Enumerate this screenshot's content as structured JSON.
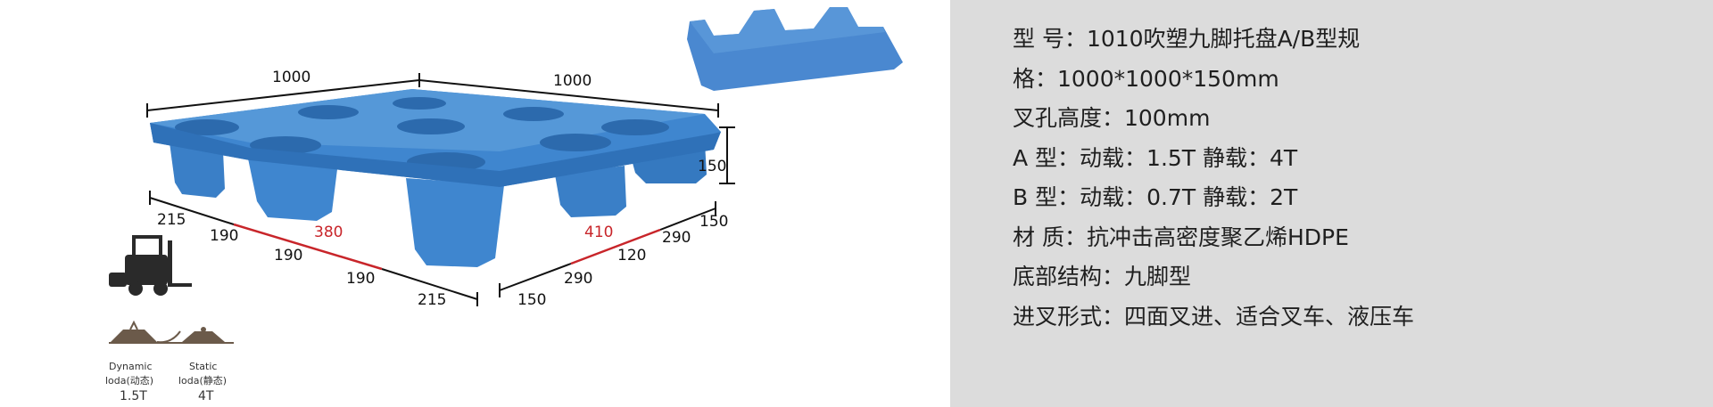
{
  "specs": [
    "型 号：1010吹塑九脚托盘A/B型规",
    "格：1000*1000*150mm",
    "叉孔高度：100mm",
    "A 型：动载：1.5T 静载：4T",
    "B 型：动载：0.7T 静载：2T",
    "材 质：抗冲击高密度聚乙烯HDPE",
    "底部结构：九脚型",
    "进叉形式：四面叉进、适合叉车、液压车"
  ],
  "diagram": {
    "top_left_width": "1000",
    "top_right_width": "1000",
    "height_label": "150",
    "left_dims": [
      "215",
      "190",
      "190",
      "190",
      "215"
    ],
    "left_red": "380",
    "right_dims": [
      "150",
      "290",
      "120",
      "290",
      "150"
    ],
    "right_red": "410"
  },
  "legend": {
    "dynamic_label": "Dynamic",
    "dynamic_sub": "loda(动态)",
    "dynamic_value": "1.5T",
    "static_label": "Static",
    "static_sub": "loda(静态)",
    "static_value": "4T"
  },
  "colors": {
    "pallet_blue": "#3f86cf",
    "pallet_dark": "#2c6aad",
    "red_dim": "#c8252a",
    "right_bg": "#dcdcdc"
  },
  "icons": [
    "forklift-icon",
    "dynamic-load-icon",
    "static-load-icon"
  ]
}
